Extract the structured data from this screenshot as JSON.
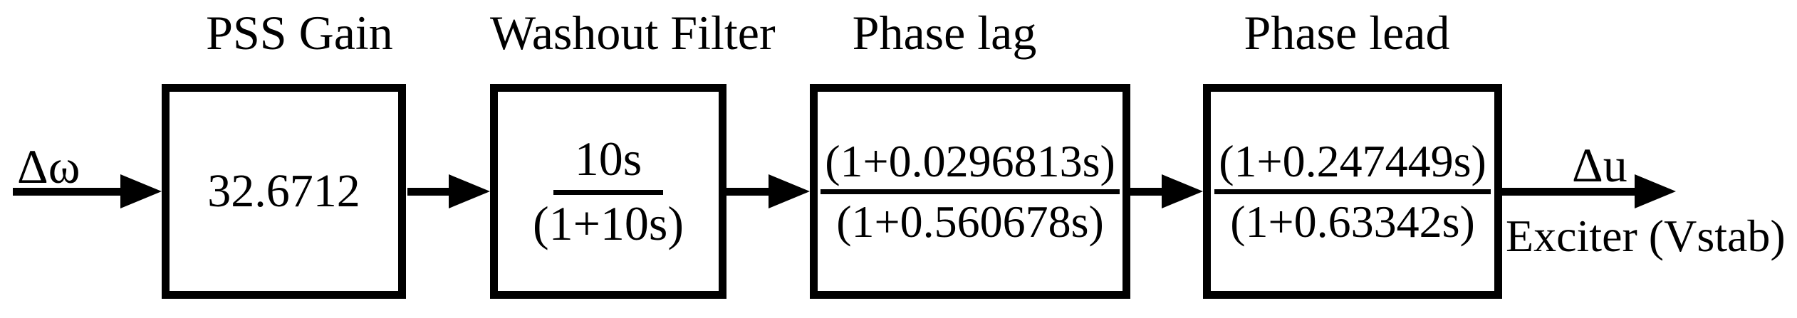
{
  "diagram": {
    "description": "PSS (power system stabilizer) signal flow block diagram",
    "input_label": "Δω",
    "output_label": "Δu",
    "output_destination": "Exciter (Vstab)",
    "blocks": [
      {
        "title": "PSS Gain",
        "type": "gain",
        "value": "32.6712"
      },
      {
        "title": "Washout Filter",
        "type": "transfer-function",
        "numerator": "10s",
        "denominator": "(1+10s)"
      },
      {
        "title": "Phase lag",
        "type": "transfer-function",
        "numerator": "(1+0.0296813s)",
        "denominator": "(1+0.560678s)"
      },
      {
        "title": "Phase lead",
        "type": "transfer-function",
        "numerator": "(1+0.247449s)",
        "denominator": "(1+0.63342s)"
      }
    ],
    "colors": {
      "ink": "#000000",
      "background": "#ffffff"
    }
  }
}
